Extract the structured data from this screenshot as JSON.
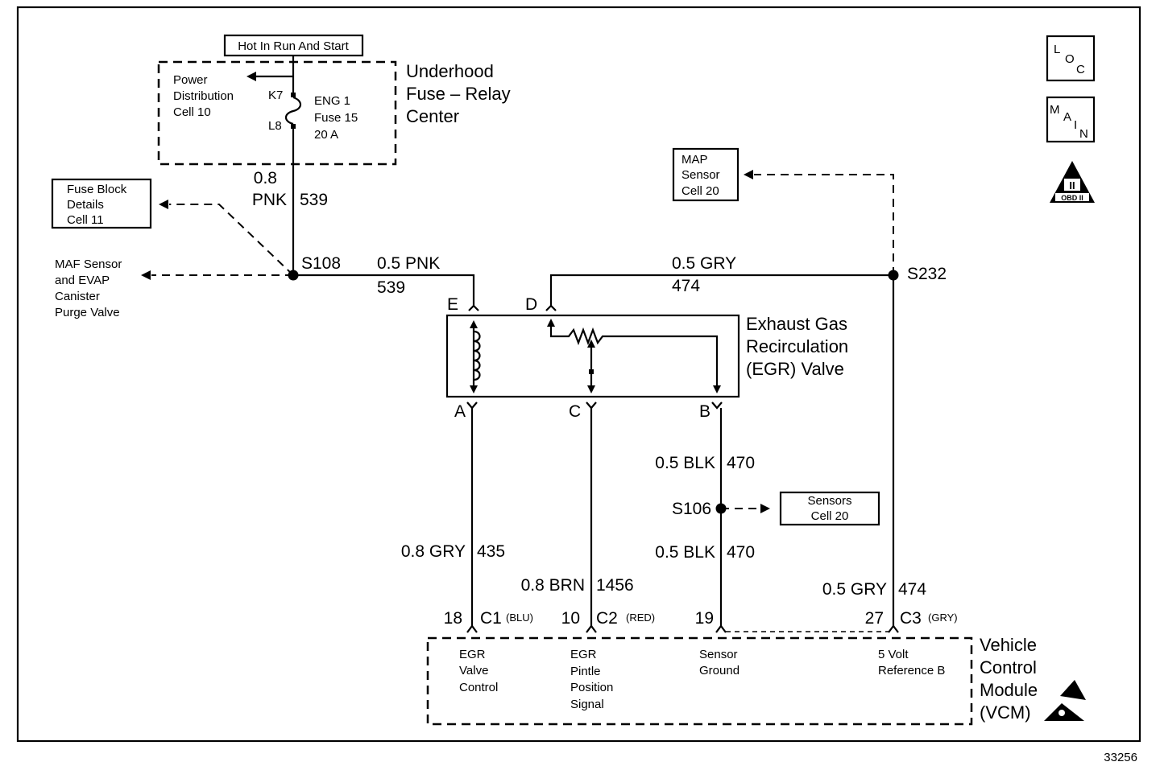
{
  "header": {
    "hot_label": "Hot In Run And Start"
  },
  "fuse_center": {
    "title_lines": [
      "Underhood",
      "Fuse – Relay",
      "Center"
    ],
    "power_lines": [
      "Power",
      "Distribution",
      "Cell 10"
    ],
    "pin_top": "K7",
    "pin_bottom": "L8",
    "fuse_lines": [
      "ENG 1",
      "Fuse 15",
      "20 A"
    ]
  },
  "fuse_block_ref": {
    "lines": [
      "Fuse Block",
      "Details",
      "Cell 11"
    ]
  },
  "maf_ref": {
    "lines": [
      "MAF Sensor",
      "and EVAP",
      "Canister",
      "Purge Valve"
    ]
  },
  "map_ref": {
    "lines": [
      "MAP",
      "Sensor",
      "Cell 20"
    ]
  },
  "sensors_ref": {
    "lines": [
      "Sensors",
      "Cell 20"
    ]
  },
  "splices": {
    "s108": "S108",
    "s232": "S232",
    "s106": "S106"
  },
  "wires": {
    "pnk_main": {
      "gauge": "0.8",
      "color": "PNK",
      "circuit": "539"
    },
    "pnk_egr": {
      "gauge_color": "0.5 PNK",
      "circuit": "539"
    },
    "gry_egr": {
      "gauge_color": "0.5 GRY",
      "circuit": "474"
    },
    "blk_upper": {
      "gauge_color": "0.5 BLK",
      "circuit": "470"
    },
    "blk_lower": {
      "gauge_color": "0.5 BLK",
      "circuit": "470"
    },
    "gry_a": {
      "gauge_color": "0.8 GRY",
      "circuit": "435"
    },
    "brn_c": {
      "gauge_color": "0.8 BRN",
      "circuit": "1456"
    },
    "gry_ref": {
      "gauge_color": "0.5 GRY",
      "circuit": "474"
    }
  },
  "egr_valve": {
    "title_lines": [
      "Exhaust Gas",
      "Recirculation",
      "(EGR) Valve"
    ],
    "terminals": {
      "e": "E",
      "d": "D",
      "a": "A",
      "c": "C",
      "b": "B"
    }
  },
  "vcm": {
    "title_lines": [
      "Vehicle",
      "Control",
      "Module",
      "(VCM)"
    ],
    "pins": [
      {
        "num": "18",
        "conn": "C1",
        "color": "(BLU)"
      },
      {
        "num": "10",
        "conn": "C2",
        "color": "(RED)"
      },
      {
        "num": "19"
      },
      {
        "num": "27",
        "conn": "C3",
        "color": "(GRY)"
      }
    ],
    "functions": [
      [
        "EGR",
        "Valve",
        "Control"
      ],
      [
        "EGR",
        "Pintle",
        "Position",
        "Signal"
      ],
      [
        "Sensor",
        "Ground"
      ],
      [
        "5 Volt",
        "Reference B"
      ]
    ]
  },
  "nav": {
    "loc": [
      "L",
      "O",
      "C"
    ],
    "main": [
      "M",
      "A",
      "I",
      "N"
    ],
    "obd": [
      "II",
      "OBD II"
    ]
  },
  "figure_id": "33256"
}
